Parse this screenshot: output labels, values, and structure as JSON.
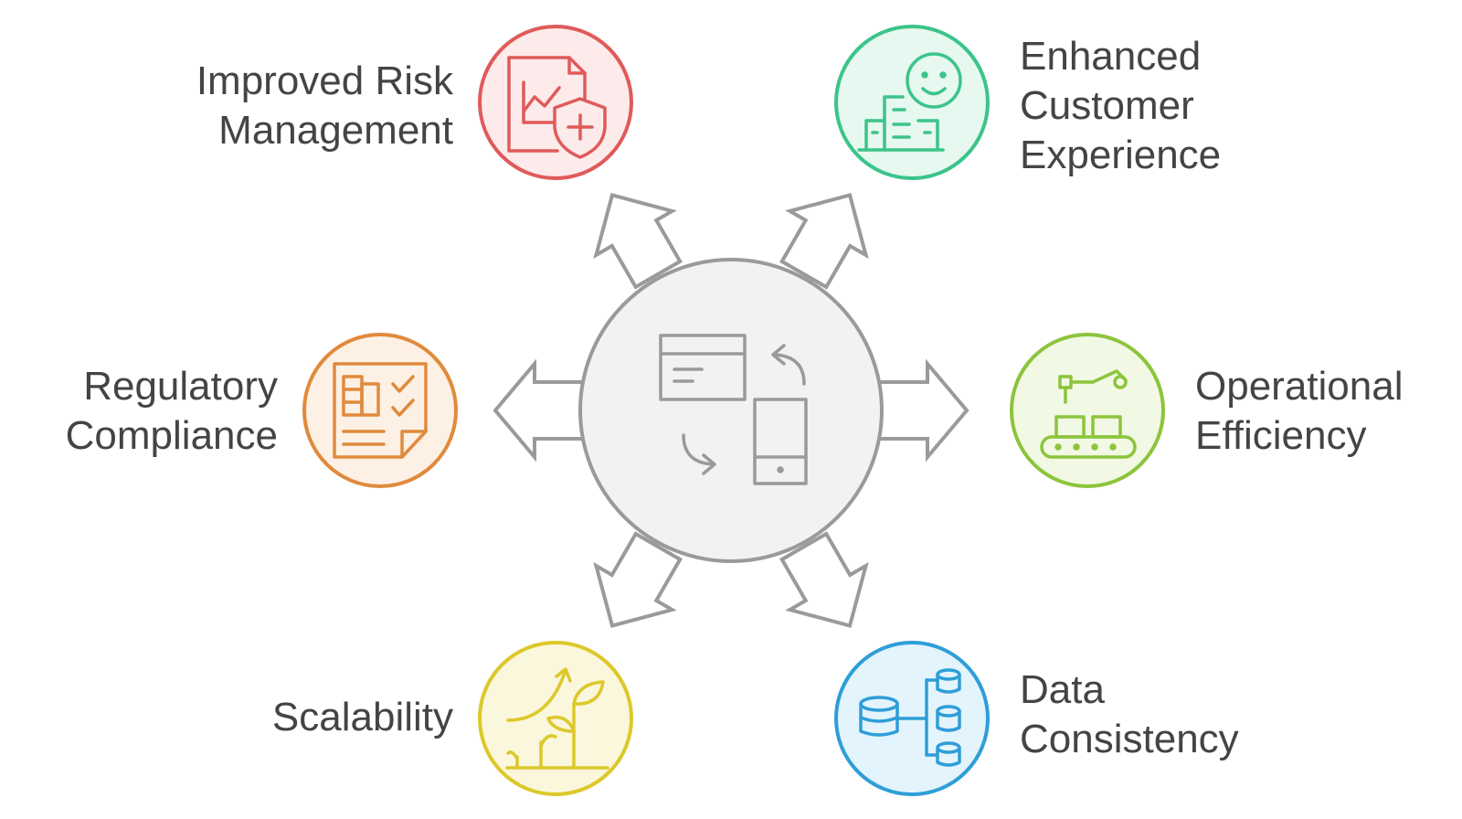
{
  "hub": {
    "icon": "device-sync-icon"
  },
  "items": [
    {
      "id": "risk",
      "lines": [
        "Improved Risk",
        "Management"
      ],
      "color": "#e05a5a",
      "fill": "#fdeaea",
      "icon": "risk-shield-document-icon"
    },
    {
      "id": "customer",
      "lines": [
        "Enhanced",
        "Customer",
        "Experience"
      ],
      "color": "#3cc48a",
      "fill": "#e6f8ef",
      "icon": "smiley-building-icon"
    },
    {
      "id": "compliance",
      "lines": [
        "Regulatory",
        "Compliance"
      ],
      "color": "#e08a3c",
      "fill": "#fdf0e4",
      "icon": "checklist-document-icon"
    },
    {
      "id": "efficiency",
      "lines": [
        "Operational",
        "Efficiency"
      ],
      "color": "#8cc43c",
      "fill": "#f1f9e4",
      "icon": "conveyor-robot-arm-icon"
    },
    {
      "id": "scalability",
      "lines": [
        "Scalability"
      ],
      "color": "#dcc82a",
      "fill": "#fbf7dc",
      "icon": "growing-plant-icon"
    },
    {
      "id": "consistency",
      "lines": [
        "Data",
        "Consistency"
      ],
      "color": "#2e9ed8",
      "fill": "#e4f4fc",
      "icon": "database-network-icon"
    }
  ],
  "colors": {
    "hub_fill": "#f2f2f2",
    "hub_stroke": "#9a9a9a",
    "text": "#444444"
  }
}
